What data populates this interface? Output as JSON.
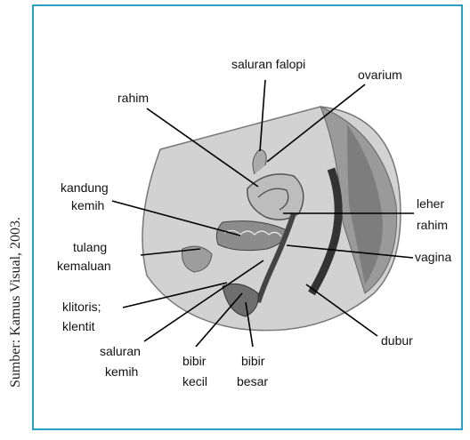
{
  "source": "Sumber: Kamus Visual, 2003.",
  "labels": {
    "saluran_falopi": "saluran falopi",
    "ovarium": "ovarium",
    "rahim": "rahim",
    "kandung_1": "kandung",
    "kandung_2": "kemih",
    "leher_1": "leher",
    "leher_2": "rahim",
    "tulang_1": "tulang",
    "tulang_2": "kemaluan",
    "vagina": "vagina",
    "klitoris_1": "klitoris;",
    "klitoris_2": "klentit",
    "dubur": "dubur",
    "saluran_kemih_1": "saluran",
    "saluran_kemih_2": "kemih",
    "bibir_kecil_1": "bibir",
    "bibir_kecil_2": "kecil",
    "bibir_besar_1": "bibir",
    "bibir_besar_2": "besar"
  },
  "colors": {
    "frame": "#2aa0c8",
    "tissue": "#c8c8c8",
    "dark": "#555555"
  }
}
